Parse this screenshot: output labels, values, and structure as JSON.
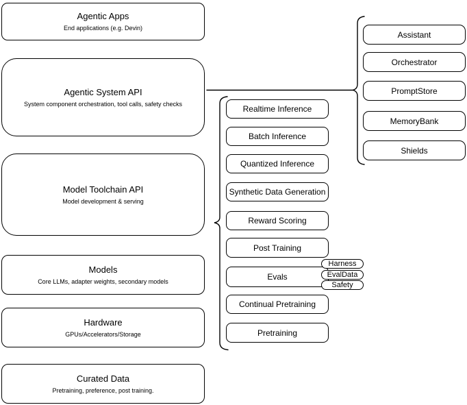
{
  "diagram": {
    "description": "Agentic system architecture stack diagram",
    "colors": {
      "stroke": "#000000",
      "fill": "#ffffff",
      "text": "#000000"
    },
    "stack": [
      {
        "title": "Agentic Apps",
        "subtitle": "End applications (e.g. Devin)"
      },
      {
        "title": "Agentic System API",
        "subtitle": "System component orchestration, tool calls, safety checks"
      },
      {
        "title": "Model Toolchain API",
        "subtitle": "Model development & serving"
      },
      {
        "title": "Models",
        "subtitle": "Core LLMs, adapter weights, secondary models"
      },
      {
        "title": "Hardware",
        "subtitle": "GPUs/Accelerators/Storage"
      },
      {
        "title": "Curated Data",
        "subtitle": "Pretraining, preference, post training."
      }
    ],
    "toolchain_items": [
      "Realtime Inference",
      "Batch Inference",
      "Quantized Inference",
      "Synthetic Data Generation",
      "Reward Scoring",
      "Post Training",
      "Evals",
      "Continual Pretraining",
      "Pretraining"
    ],
    "eval_tags": [
      "Harness",
      "EvalData",
      "Safety"
    ],
    "system_components": [
      "Assistant",
      "Orchestrator",
      "PromptStore",
      "MemoryBank",
      "Shields"
    ]
  }
}
